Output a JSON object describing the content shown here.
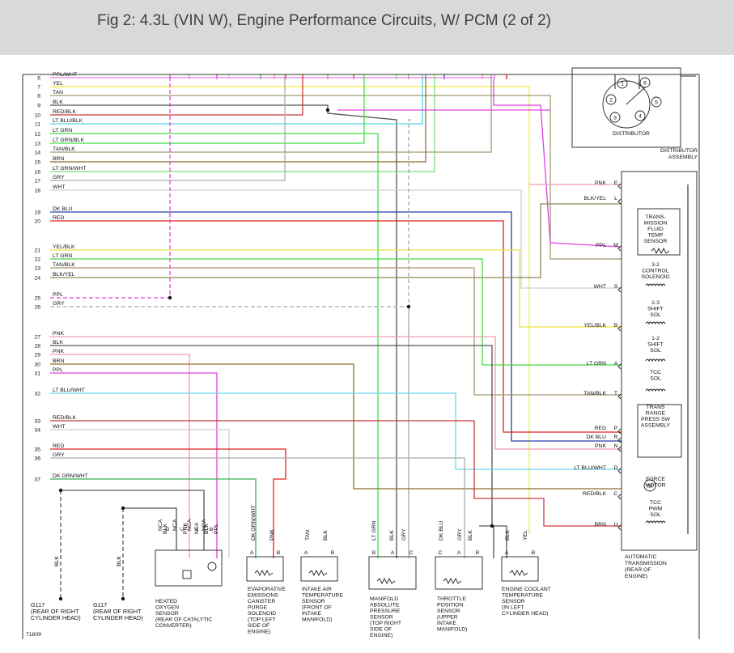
{
  "title": "Fig 2: 4.3L (VIN W), Engine Performance Circuits, W/ PCM (2 of 2)",
  "figure_number": "71809",
  "colors": {
    "PPL/WHT": "#e57ee5",
    "YEL": "#f2ec3a",
    "TAN": "#a79775",
    "BLK": "#555555",
    "RED/BLK": "#cc3a3a",
    "LT BLU/BLK": "#59d3e8",
    "LT GRN": "#44dd44",
    "LT GRN/BLK": "#44dd44",
    "TAN/BLK": "#a79775",
    "BRN": "#8b7030",
    "LT GRN/WHT": "#78e078",
    "GRY": "#aaaaaa",
    "WHT": "#cfcfcf",
    "DK BLU": "#2b3aa8",
    "RED": "#e02020",
    "YEL/BLK": "#e8e040",
    "BLK/YEL": "#8a8a50",
    "PPL": "#e040e0",
    "PNK": "#f59ab0",
    "LT BLU/WHT": "#6ad8ee",
    "DK GRN/WHT": "#35b050"
  },
  "pins": [
    {
      "n": "6",
      "w": "PPL/WHT"
    },
    {
      "n": "7",
      "w": "YEL"
    },
    {
      "n": "8",
      "w": "TAN"
    },
    {
      "n": "9",
      "w": "BLK"
    },
    {
      "n": "10",
      "w": "RED/BLK"
    },
    {
      "n": "11",
      "w": "LT BLU/BLK"
    },
    {
      "n": "12",
      "w": "LT GRN"
    },
    {
      "n": "13",
      "w": "LT GRN/BLK"
    },
    {
      "n": "14",
      "w": "TAN/BLK"
    },
    {
      "n": "15",
      "w": "BRN"
    },
    {
      "n": "16",
      "w": "LT GRN/WHT"
    },
    {
      "n": "17",
      "w": "GRY"
    },
    {
      "n": "18",
      "w": "WHT"
    },
    {
      "n": "19",
      "w": "DK BLU"
    },
    {
      "n": "20",
      "w": "RED"
    },
    {
      "n": "21",
      "w": "YEL/BLK"
    },
    {
      "n": "22",
      "w": "LT GRN"
    },
    {
      "n": "23",
      "w": "TAN/BLK"
    },
    {
      "n": "24",
      "w": "BLK/YEL"
    },
    {
      "n": "25",
      "w": "PPL"
    },
    {
      "n": "26",
      "w": "GRY"
    },
    {
      "n": "27",
      "w": "PNK"
    },
    {
      "n": "28",
      "w": "BLK"
    },
    {
      "n": "29",
      "w": "PNK"
    },
    {
      "n": "30",
      "w": "BRN"
    },
    {
      "n": "31",
      "w": "PPL"
    },
    {
      "n": "32",
      "w": "LT BLU/WHT"
    },
    {
      "n": "33",
      "w": "RED/BLK"
    },
    {
      "n": "34",
      "w": "WHT"
    },
    {
      "n": "35",
      "w": "RED"
    },
    {
      "n": "36",
      "w": "GRY"
    },
    {
      "n": "37",
      "w": "DK GRN/WHT"
    }
  ],
  "distributor": {
    "label": "DISTRIBUTOR",
    "assembly_lines": [
      "DISTRIBUTOR",
      "ASSEMBLY"
    ],
    "pins": [
      "1",
      "2",
      "3",
      "4",
      "5",
      "6"
    ]
  },
  "transmission": {
    "title_lines": [
      "AUTOMATIC",
      "TRANSMISSION",
      "(REAR OF",
      "ENGINE)"
    ],
    "terminals": [
      {
        "wire": "PNK",
        "pin": "E"
      },
      {
        "wire": "BLK/YEL",
        "pin": "L"
      },
      {
        "wire": "PPL",
        "pin": "M"
      },
      {
        "wire": "WHT",
        "pin": "S"
      },
      {
        "wire": "YEL/BLK",
        "pin": "B"
      },
      {
        "wire": "LT GRN",
        "pin": "A"
      },
      {
        "wire": "TAN/BLK",
        "pin": "T"
      },
      {
        "wire": "RED",
        "pin": "P"
      },
      {
        "wire": "DK BLU",
        "pin": "R"
      },
      {
        "wire": "PNK",
        "pin": "N"
      },
      {
        "wire": "LT BLU/WHT",
        "pin": "D"
      },
      {
        "wire": "RED/BLK",
        "pin": "C"
      },
      {
        "wire": "BRN",
        "pin": "U"
      }
    ],
    "components": [
      [
        "TRANS-",
        "MISSION",
        "FLUID",
        "TEMP",
        "SENSOR"
      ],
      [
        "3-2",
        "CONTROL",
        "SOLENOID"
      ],
      [
        "2-3",
        "SHIFT",
        "SOL"
      ],
      [
        "1-2",
        "SHIFT",
        "SOL"
      ],
      [
        "TCC",
        "SOL"
      ],
      [
        "TRANS",
        "RANGE",
        "PRESS SW",
        "ASSEMBLY"
      ],
      [
        "FORCE",
        "MOTOR"
      ],
      [
        "TCC",
        "PWM",
        "SOL"
      ]
    ]
  },
  "grounds": [
    {
      "wire": "BLK",
      "label_lines": [
        "G117",
        "(REAR OF RIGHT",
        "CYLINDER HEAD)"
      ]
    },
    {
      "wire": "BLK",
      "label_lines": [
        "G117",
        "(REAR OF RIGHT",
        "CYLINDER HEAD)"
      ]
    }
  ],
  "bottom_components": [
    {
      "name": "heated-oxygen-sensor",
      "wires": [
        "BLK",
        "PNK",
        "NCA",
        "BLK",
        "PPL"
      ],
      "pins": [
        "NCA",
        "D",
        "NCA",
        "C",
        "NCA",
        "A",
        "NCA",
        "B"
      ],
      "label_lines": [
        "HEATED",
        "OXYGEN",
        "SENSOR",
        "(REAR OF CATALYTIC",
        "CONVERTER)"
      ]
    },
    {
      "name": "evap-canister-purge-solenoid",
      "wires": [
        "DK GRN/WHT",
        "PNK"
      ],
      "pins": [
        "A",
        "B"
      ],
      "label_lines": [
        "EVAPORATIVE",
        "EMISSIONS",
        "CANISTER",
        "PURGE",
        "SOLENOID",
        "(TOP LEFT",
        "SIDE OF",
        "ENGINE)"
      ]
    },
    {
      "name": "intake-air-temperature-sensor",
      "wires": [
        "TAN",
        "BLK"
      ],
      "pins": [
        "A",
        "B"
      ],
      "label_lines": [
        "INTAKE AIR",
        "TEMPERATURE",
        "SENSOR",
        "(FRONT OF",
        "INTAKE",
        "MANIFOLD)"
      ]
    },
    {
      "name": "manifold-absolute-pressure-sensor",
      "wires": [
        "LT GRN",
        "BLK",
        "GRY"
      ],
      "pins": [
        "B",
        "A",
        "C"
      ],
      "label_lines": [
        "MANIFOLD",
        "ABSOLUTE",
        "PRESSURE",
        "SENSOR",
        "(TOP RIGHT",
        "SIDE OF",
        "ENGINE)"
      ]
    },
    {
      "name": "throttle-position-sensor",
      "wires": [
        "DK BLU",
        "GRY",
        "BLK"
      ],
      "pins": [
        "C",
        "A",
        "B"
      ],
      "label_lines": [
        "THROTTLE",
        "POSITION",
        "SENSOR",
        "(UPPER",
        "INTAKE",
        "MANIFOLD)"
      ]
    },
    {
      "name": "engine-coolant-temperature-sensor",
      "wires": [
        "BLK",
        "YEL"
      ],
      "pins": [
        "A",
        "B"
      ],
      "label_lines": [
        "ENGINE COOLANT",
        "TEMPERATURE",
        "SENSOR",
        "(IN LEFT",
        "CYLINDER HEAD)"
      ]
    }
  ]
}
